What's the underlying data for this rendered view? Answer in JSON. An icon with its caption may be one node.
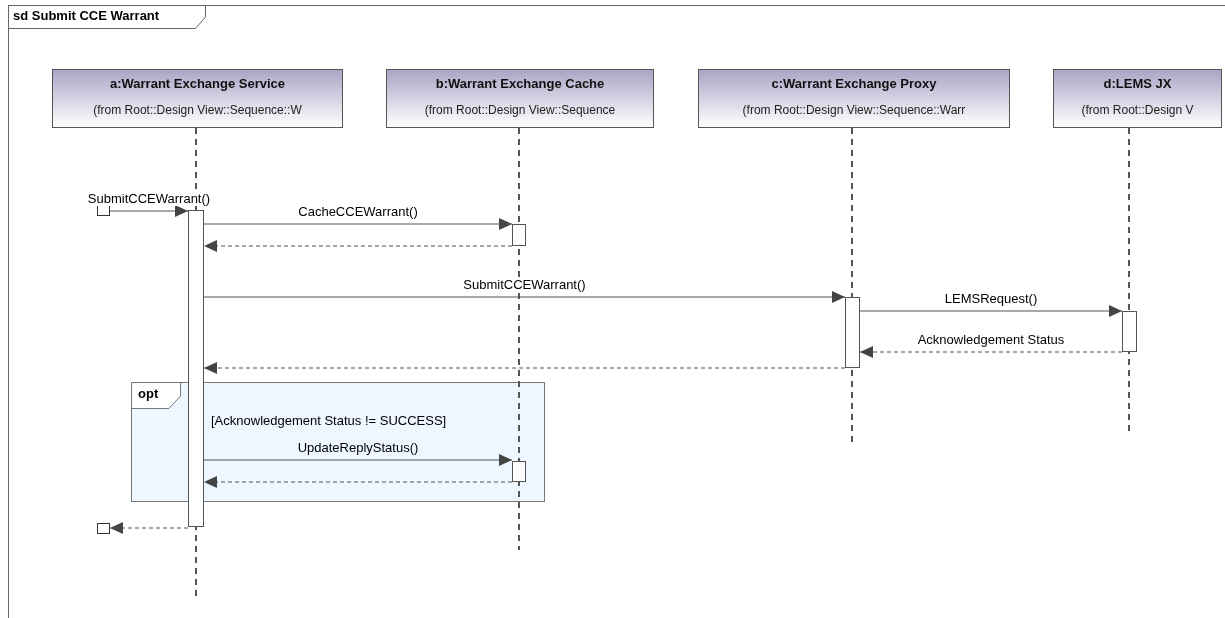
{
  "diagram": {
    "title": "sd Submit CCE Warrant",
    "nodes": [
      {
        "text": [
          "a:Warrant Exchange Service",
          "(from Root::Design View::Sequence::W"
        ]
      },
      {
        "text": [
          "b:Warrant Exchange Cache",
          "(from Root::Design View::Sequence"
        ]
      },
      {
        "text": [
          "c:Warrant Exchange Proxy",
          "(from Root::Design View::Sequence::Warr"
        ]
      },
      {
        "text": [
          "d:LEMS JX",
          "(from Root::Design V"
        ]
      },
      {
        "text": [],
        "shape": "bar"
      },
      {
        "text": [],
        "shape": "bar"
      },
      {
        "text": [],
        "shape": "bar"
      },
      {
        "text": [],
        "shape": "bar"
      },
      {
        "text": [],
        "shape": "bar",
        "in": 9
      },
      {
        "text": [
          "opt",
          "[Acknowledgement Status != SUCCESS]"
        ]
      },
      {
        "text": [],
        "shape": "box"
      },
      {
        "text": [],
        "shape": "box"
      }
    ],
    "edges": [
      {
        "from": 10,
        "to": 4,
        "arrow": "to",
        "label": "SubmitCCEWarrant()"
      },
      {
        "from": 4,
        "to": 5,
        "arrow": "to",
        "label": "CacheCCEWarrant()"
      },
      {
        "from": 5,
        "to": 4,
        "arrow": "to",
        "style": "dashed"
      },
      {
        "from": 4,
        "to": 6,
        "arrow": "to",
        "label": "SubmitCCEWarrant()"
      },
      {
        "from": 6,
        "to": 7,
        "arrow": "to",
        "label": "LEMSRequest()"
      },
      {
        "from": 7,
        "to": 6,
        "arrow": "to",
        "style": "dashed",
        "label": "Acknowledgement Status"
      },
      {
        "from": 6,
        "to": 4,
        "arrow": "to",
        "style": "dashed"
      },
      {
        "from": 4,
        "to": 8,
        "arrow": "to",
        "label": "UpdateReplyStatus()"
      },
      {
        "from": 8,
        "to": 4,
        "arrow": "to",
        "style": "dashed"
      },
      {
        "from": 4,
        "to": 11,
        "arrow": "to",
        "style": "dashed"
      }
    ]
  }
}
